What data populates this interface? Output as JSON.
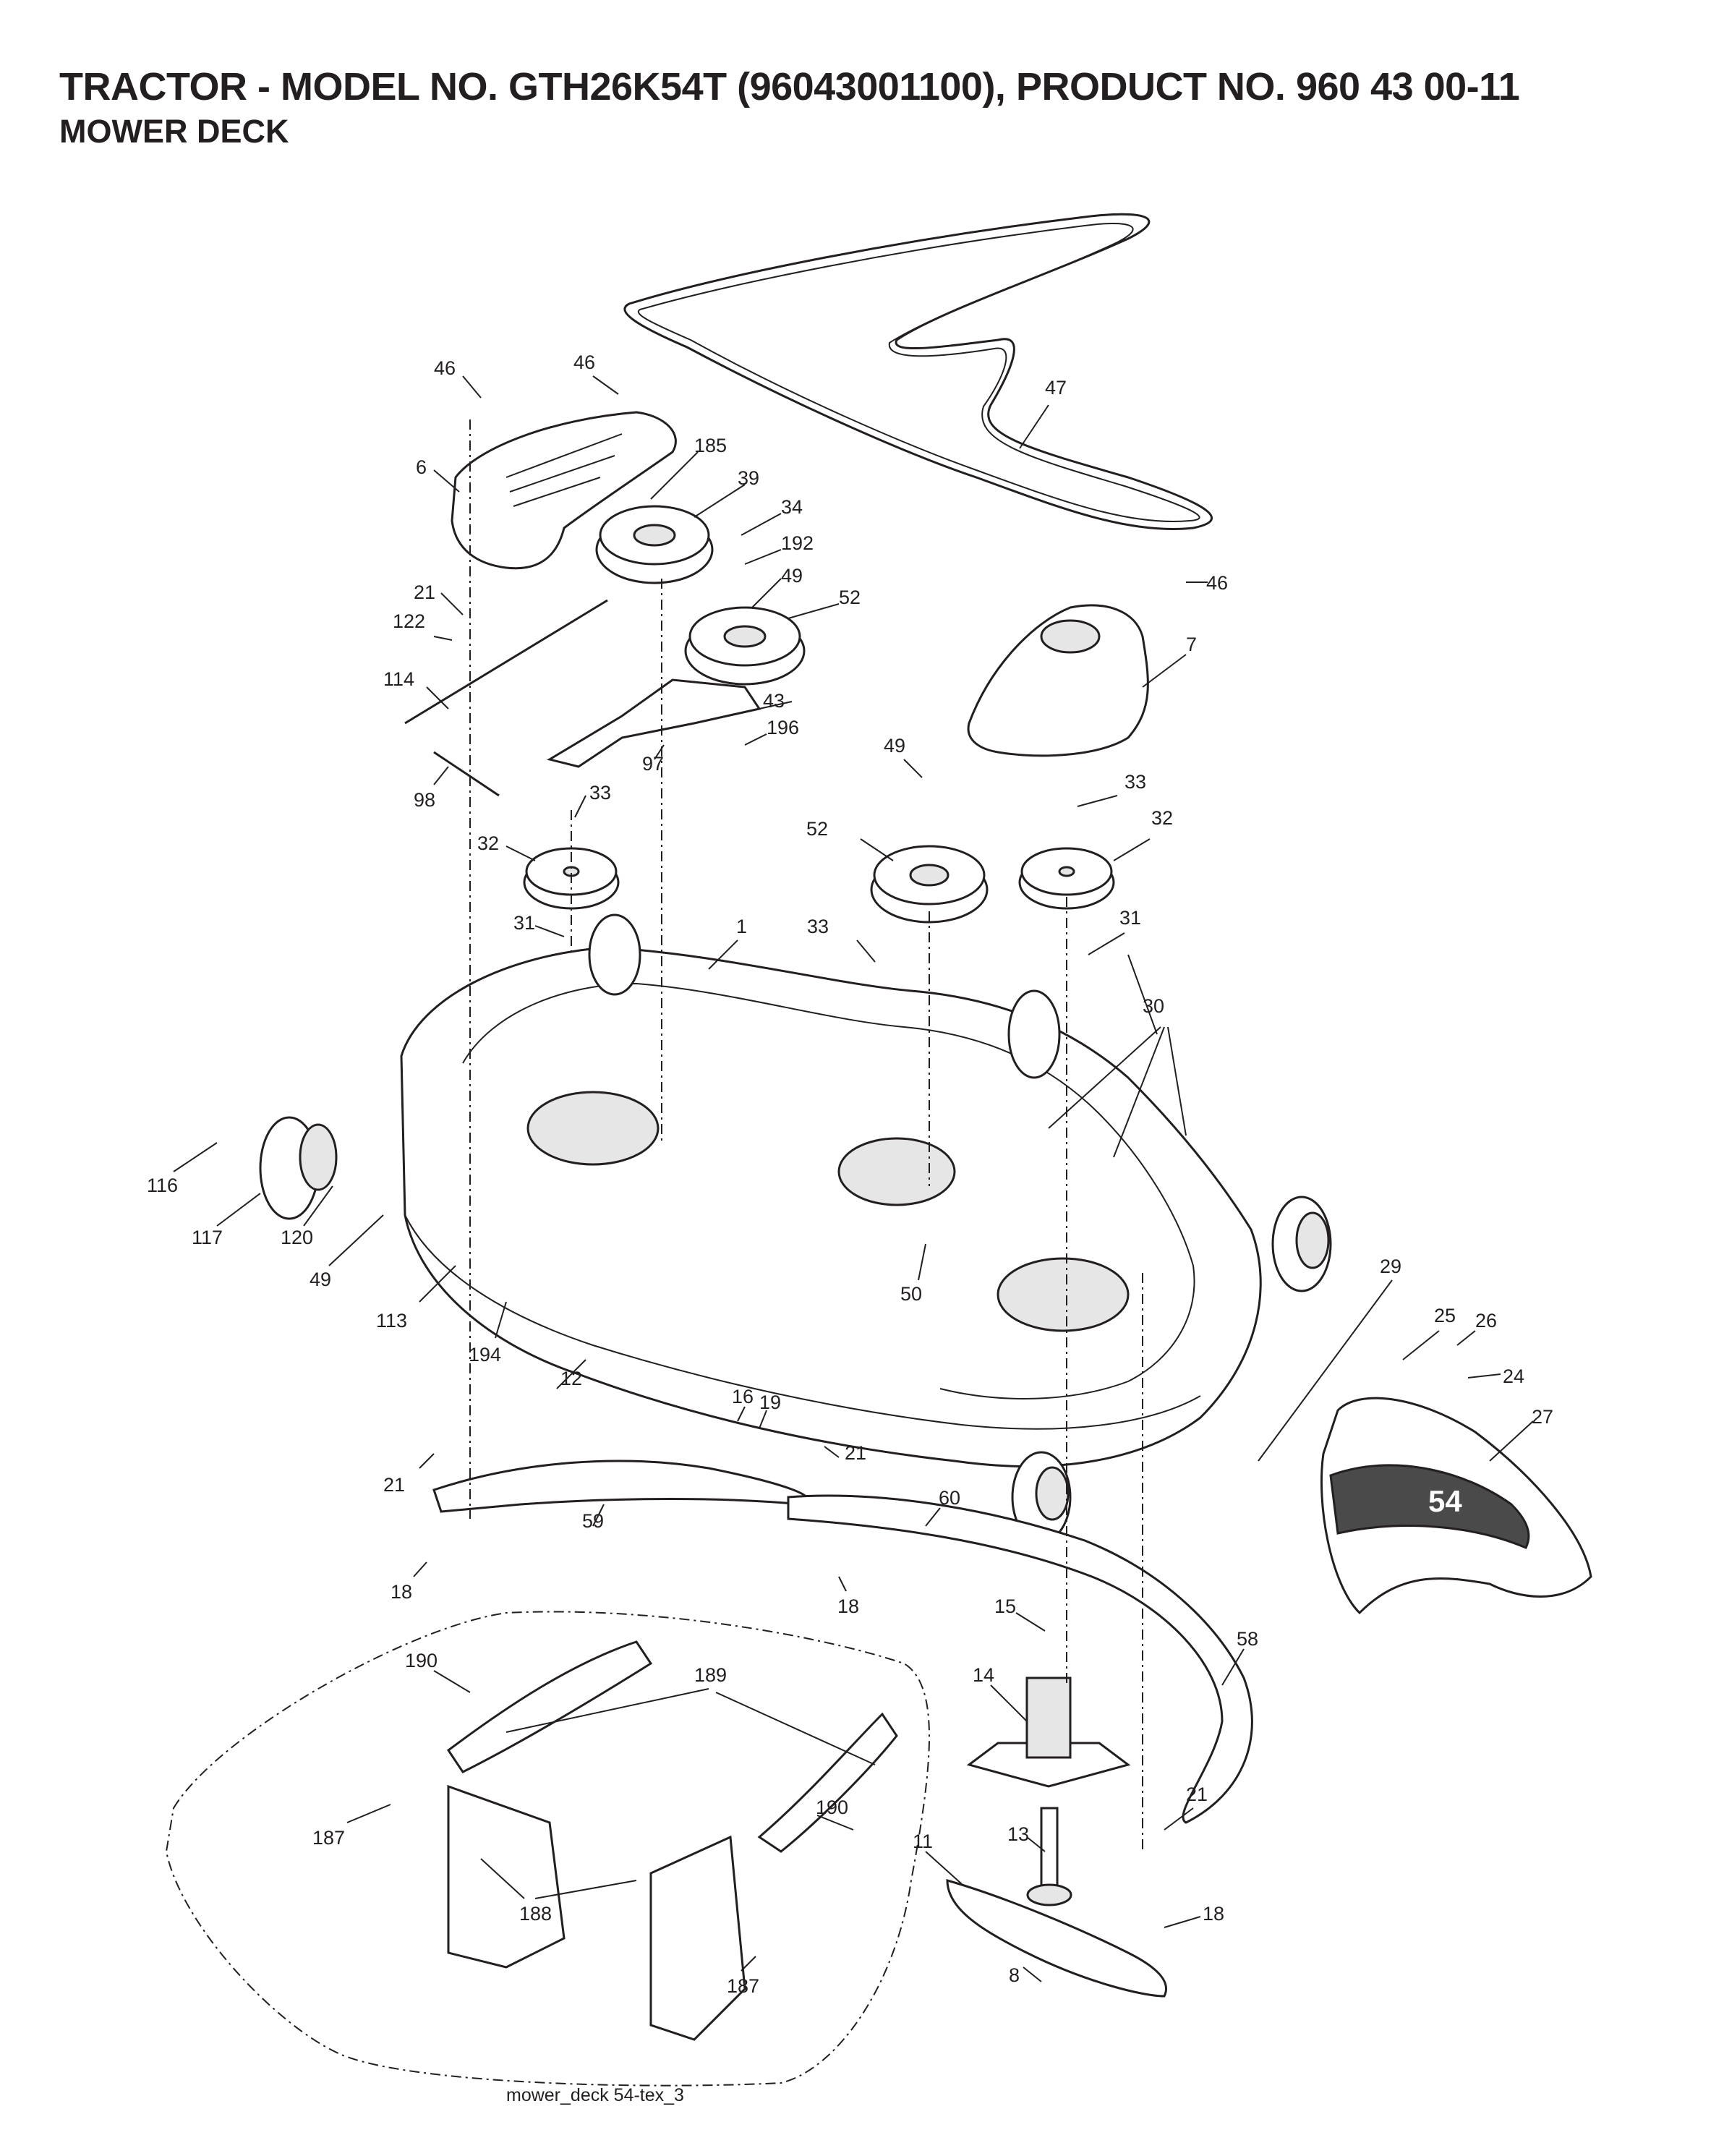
{
  "header": {
    "title": "TRACTOR - MODEL NO. GTH26K54T (96043001100), PRODUCT NO. 960 43 00-11",
    "subtitle": "MOWER DECK"
  },
  "deck_label": "54",
  "callouts": [
    "46",
    "46",
    "47",
    "185",
    "39",
    "6",
    "34",
    "192",
    "49",
    "52",
    "21",
    "122",
    "114",
    "43",
    "196",
    "97",
    "98",
    "46",
    "7",
    "33",
    "32",
    "49",
    "52",
    "33",
    "32",
    "31",
    "1",
    "33",
    "31",
    "30",
    "116",
    "117",
    "120",
    "49",
    "113",
    "194",
    "50",
    "29",
    "12",
    "16",
    "19",
    "25",
    "26",
    "24",
    "27",
    "21",
    "21",
    "59",
    "60",
    "18",
    "18",
    "15",
    "190",
    "189",
    "58",
    "14",
    "190",
    "187",
    "21",
    "188",
    "13",
    "11",
    "187",
    "18",
    "8"
  ],
  "footer": {
    "caption": "mower_deck 54-tex_3"
  }
}
